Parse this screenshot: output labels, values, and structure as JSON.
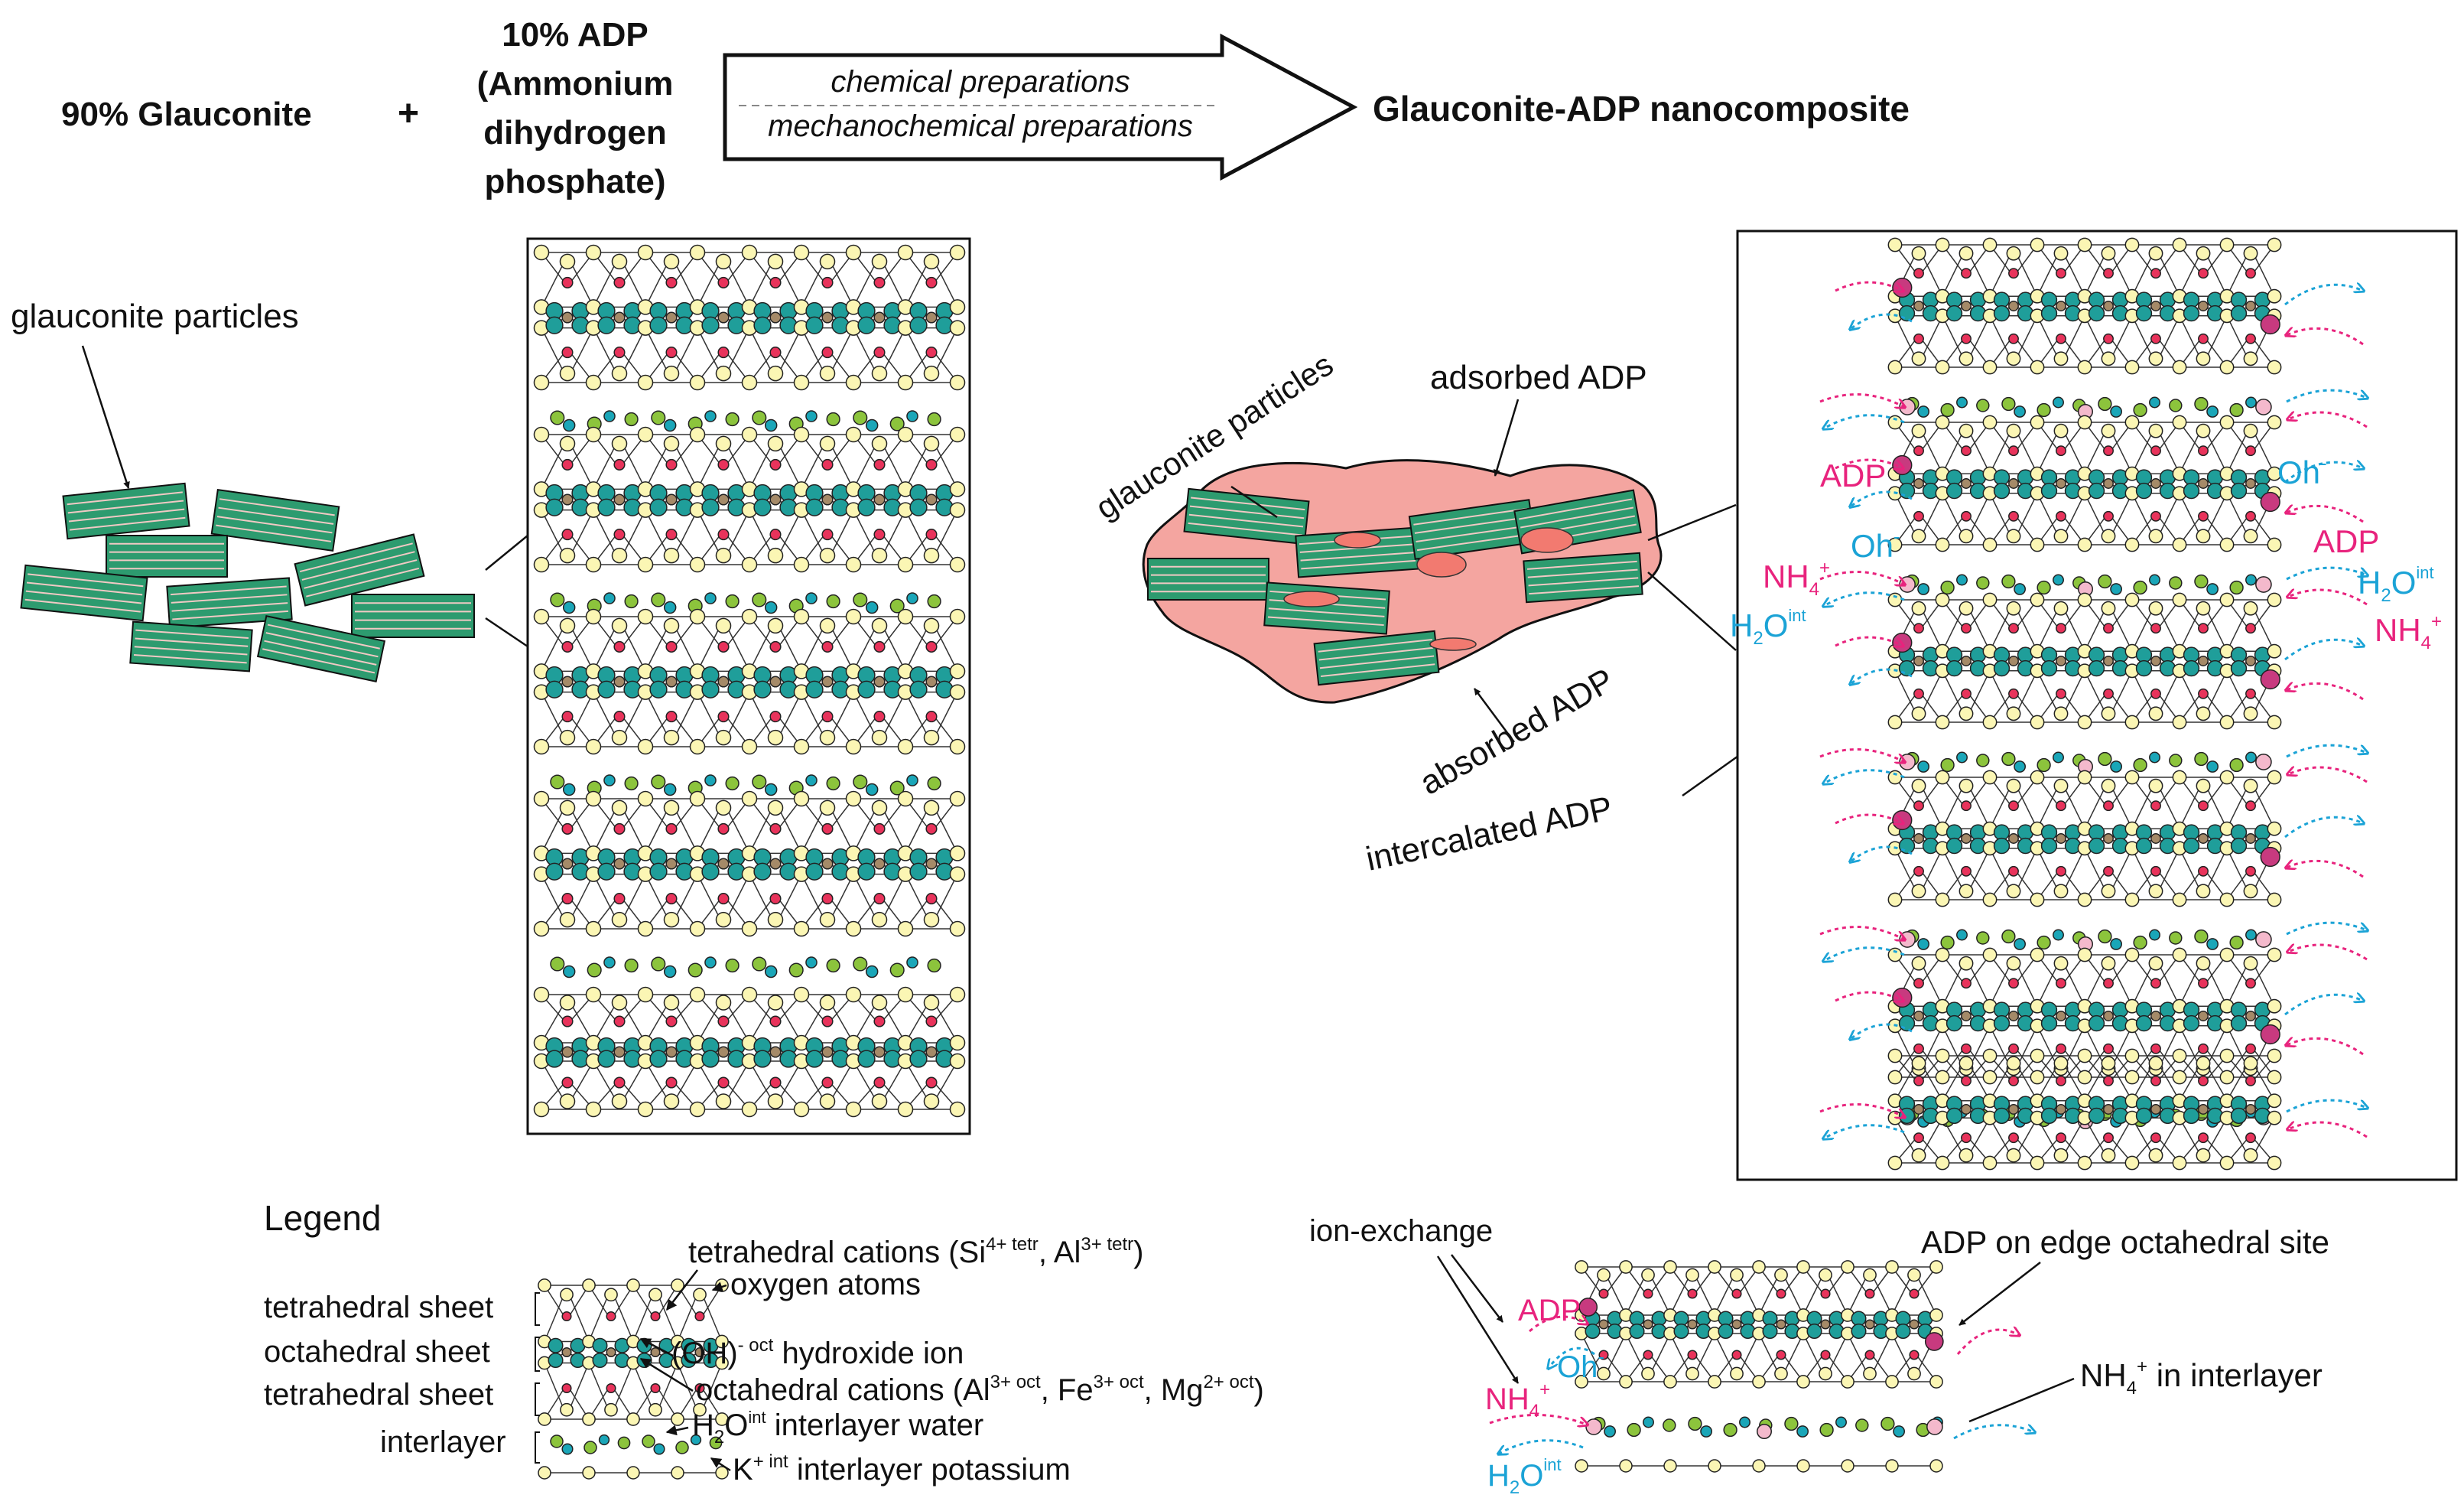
{
  "reaction": {
    "reactant1": "90% Glauconite",
    "plus": "+",
    "reactant2_line1": "10% ADP",
    "reactant2_line2": "(Ammonium",
    "reactant2_line3": "dihydrogen",
    "reactant2_line4": "phosphate)",
    "method1": "chemical preparations",
    "method2": "mechanochemical preparations",
    "product": "Glauconite-ADP nanocomposite"
  },
  "left_panel": {
    "particles_label": "glauconite particles"
  },
  "middle_panel": {
    "particles_label": "glauconite particles",
    "adsorbed_label": "adsorbed ADP",
    "absorbed_label": "absorbed ADP",
    "intercalated_label": "intercalated ADP"
  },
  "right_panel": {
    "adp": "ADP",
    "oh": "Oh",
    "oh_sup": "-",
    "nh4": "NH",
    "nh4_sub": "4",
    "nh4_sup": "+",
    "h2o": "H",
    "h2o_sub": "2",
    "h2o_o": "O",
    "h2o_sup": "int"
  },
  "legend": {
    "title": "Legend",
    "tetrahedral_sheet": "tetrahedral sheet",
    "octahedral_sheet": "octahedral sheet",
    "interlayer": "interlayer",
    "tetra_cations": "tetrahedral cations (Si",
    "tetra_si_sup": "4+ tetr",
    "tetra_mid": ", Al",
    "tetra_al_sup": "3+ tetr",
    "tetra_end": ")",
    "oxygen": "oxygen atoms",
    "hydroxide_pre": "(OH)",
    "hydroxide_sup": "- oct",
    "hydroxide_post": " hydroxide ion",
    "oct_cations": "octahedral cations (Al",
    "oct_al_sup": "3+ oct",
    "oct_fe": ", Fe",
    "oct_fe_sup": "3+ oct",
    "oct_mg": ", Mg",
    "oct_mg_sup": "2+ oct",
    "oct_end": ")",
    "water_h": "H",
    "water_sub": "2",
    "water_o": "O",
    "water_sup": "int",
    "water_label": " interlayer water",
    "k": "K",
    "k_sup": "+ int",
    "k_label": " interlayer potassium"
  },
  "detail": {
    "ion_exchange": "ion-exchange",
    "edge_site": "ADP on edge octahedral site",
    "nh4_interlayer_pre": "NH",
    "nh4_sub": "4",
    "nh4_sup": "+",
    "nh4_interlayer_post": " in interlayer"
  },
  "colors": {
    "oxygen": "#fbf6b4",
    "tetra_cation": "#e8335b",
    "hydroxide": "#1f9e9a",
    "oct_cation": "#a58a68",
    "water": "#8cc43c",
    "potassium": "#1aa6b8",
    "particle": "#2d9b6f",
    "matrix": "#f4a5a0",
    "ammonium": "#f4b9cc",
    "adp_edge": "#c83a7f",
    "magenta": "#e8237d",
    "blue": "#1ba3d6"
  }
}
